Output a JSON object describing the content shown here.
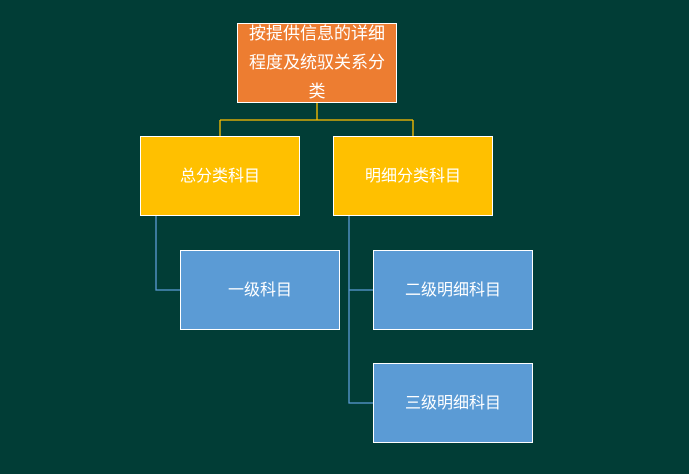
{
  "diagram": {
    "root": {
      "text": "按提供信息的详细程度及统驭关系分类"
    },
    "general_ledger": {
      "text": "总分类科目"
    },
    "detail_ledger": {
      "text": "明细分类科目"
    },
    "level1_account": {
      "text": "一级科目"
    },
    "level2_detail": {
      "text": "二级明细科目"
    },
    "level3_detail": {
      "text": "三级明细科目"
    }
  },
  "colors": {
    "background": "#013d36",
    "root": "#ed7d31",
    "second_level": "#ffc000",
    "third_level": "#5b9bd5",
    "connector_yellow": "#ffc000",
    "connector_blue": "#5b9bd5"
  }
}
